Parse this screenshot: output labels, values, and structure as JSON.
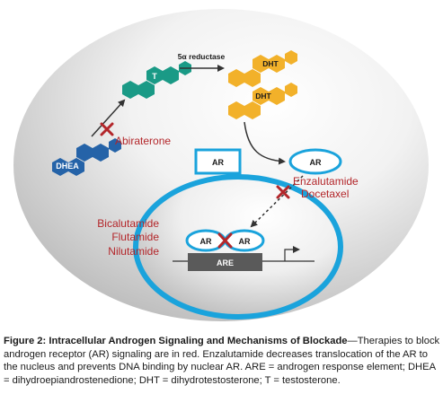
{
  "labels": {
    "dhea": "DHEA",
    "t": "T",
    "enzyme": "5α reductase",
    "dht_top": "DHT",
    "dht_mid": "DHT",
    "ar_box": "AR",
    "ar_oval": "AR",
    "ar_left": "AR",
    "ar_right": "AR",
    "are": "ARE"
  },
  "drugs": {
    "abiraterone": "Abiraterone",
    "enzalutamide": "Enzalutamide",
    "docetaxel": "Docetaxel",
    "bicalutamide": "Bicalutamide",
    "flutamide": "Flutamide",
    "nilutamide": "Nilutamide"
  },
  "caption": {
    "title": "Figure 2: Intracellular Androgen Signaling and Mechanisms of Blockade",
    "body": "—Therapies to block androgen receptor (AR) signaling are in red. Enzalutamide decreases translocation of the AR to the nucleus and prevents DNA binding by nuclear AR. ARE = androgen response element; DHEA = dihydroepiandrostenedione; DHT = dihydrotestosterone; T = testosterone."
  },
  "colors": {
    "drug_red": "#b3262a",
    "dhea_blue": "#2563a8",
    "t_teal": "#1a9a86",
    "dht_gold": "#f2b12a",
    "ar_cyan": "#1aa3dc",
    "cell_gray": "#c9c9c9",
    "are_box": "#5a5a5a"
  }
}
